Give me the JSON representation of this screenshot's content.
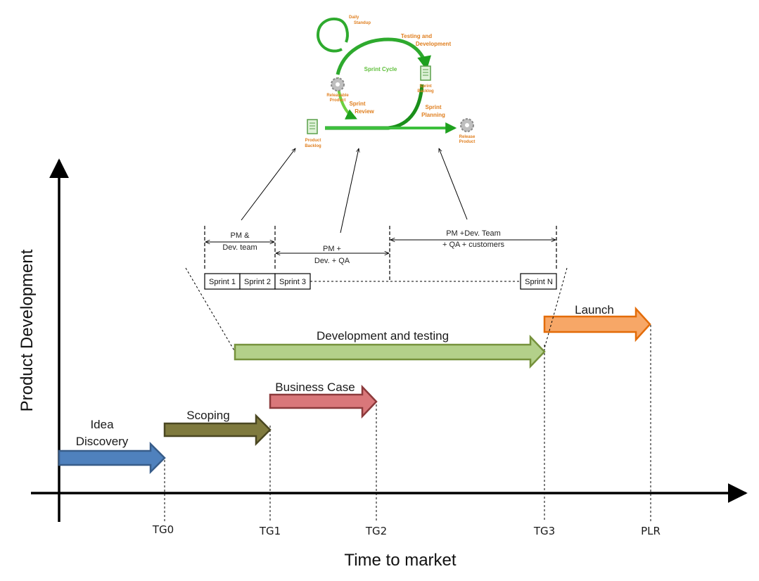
{
  "axes": {
    "y_title": "Product Development",
    "x_title": "Time to market"
  },
  "gates": [
    "TG0",
    "TG1",
    "TG2",
    "TG3",
    "PLR"
  ],
  "stages": {
    "idea": {
      "line1": "Idea",
      "line2": "Discovery",
      "color": "#4f81bd"
    },
    "scoping": {
      "label": "Scoping",
      "color": "#7f7a3e"
    },
    "business_case": {
      "label": "Business Case",
      "color": "#d9777a"
    },
    "dev_testing": {
      "label": "Development and testing",
      "color": "#b3d08a"
    },
    "launch": {
      "label": "Launch",
      "color": "#f7a767"
    }
  },
  "team_brackets": {
    "b1": {
      "line1": "PM &",
      "line2": "Dev. team"
    },
    "b2": {
      "line1": "PM +",
      "line2": "Dev. + QA"
    },
    "b3": {
      "line1": "PM +Dev. Team",
      "line2": "+ QA + customers"
    }
  },
  "sprints": [
    "Sprint 1",
    "Sprint 2",
    "Sprint 3",
    "Sprint N"
  ],
  "sprint_cycle": {
    "title": "Sprint Cycle",
    "daily_standup": [
      "Daily",
      "Standup"
    ],
    "testing_dev": [
      "Testing and",
      "Development"
    ],
    "releasable": [
      "Releasable",
      "Product"
    ],
    "sprint_review": [
      "Sprint",
      "Review"
    ],
    "sprint_backlog": [
      "Sprint",
      "Backlog"
    ],
    "sprint_planning": [
      "Sprint",
      "Planning"
    ],
    "product_backlog": [
      "Product",
      "Backlog"
    ],
    "release_product": [
      "Release",
      "Product"
    ]
  }
}
